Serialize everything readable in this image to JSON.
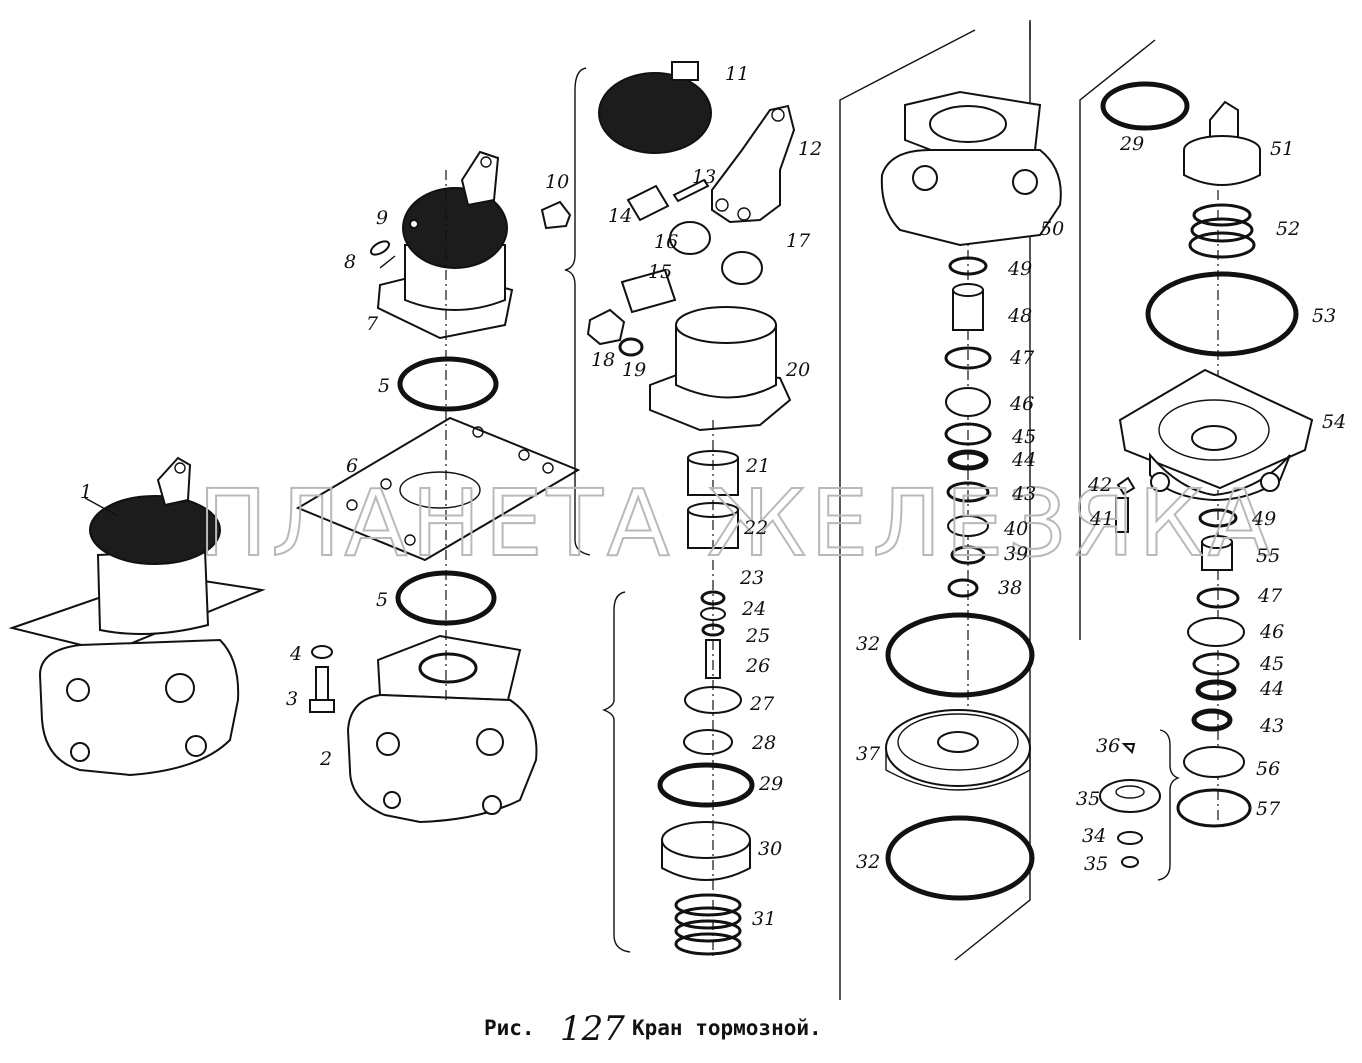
{
  "watermark": "ПЛАНЕТА ЖЕЛЕЗЯКА",
  "caption": {
    "prefix": "Рис.",
    "number": "127",
    "title": "Кран тормозной."
  },
  "labels": {
    "l1": "1",
    "l2": "2",
    "l3": "3",
    "l4": "4",
    "l5a": "5",
    "l5b": "5",
    "l6": "6",
    "l7": "7",
    "l8": "8",
    "l9": "9",
    "l10": "10",
    "l11": "11",
    "l12": "12",
    "l13": "13",
    "l14": "14",
    "l15": "15",
    "l16": "16",
    "l17": "17",
    "l18": "18",
    "l19": "19",
    "l20": "20",
    "l21": "21",
    "l22": "22",
    "l23": "23",
    "l24": "24",
    "l25": "25",
    "l26": "26",
    "l27": "27",
    "l28": "28",
    "l29a": "29",
    "l30": "30",
    "l31": "31",
    "l32a": "32",
    "l32b": "32",
    "l37": "37",
    "l50": "50",
    "l49a": "49",
    "l48": "48",
    "l47a": "47",
    "l46a": "46",
    "l45a": "45",
    "l44a": "44",
    "l43a": "43",
    "l40": "40",
    "l39": "39",
    "l38": "38",
    "l29b": "29",
    "l51": "51",
    "l52": "52",
    "l53": "53",
    "l54": "54",
    "l42": "42",
    "l41": "41",
    "l49b": "49",
    "l55": "55",
    "l47b": "47",
    "l46b": "46",
    "l45b": "45",
    "l44b": "44",
    "l43b": "43",
    "l36": "36",
    "l35a": "35",
    "l34": "34",
    "l35b": "35",
    "l56": "56",
    "l57": "57"
  }
}
